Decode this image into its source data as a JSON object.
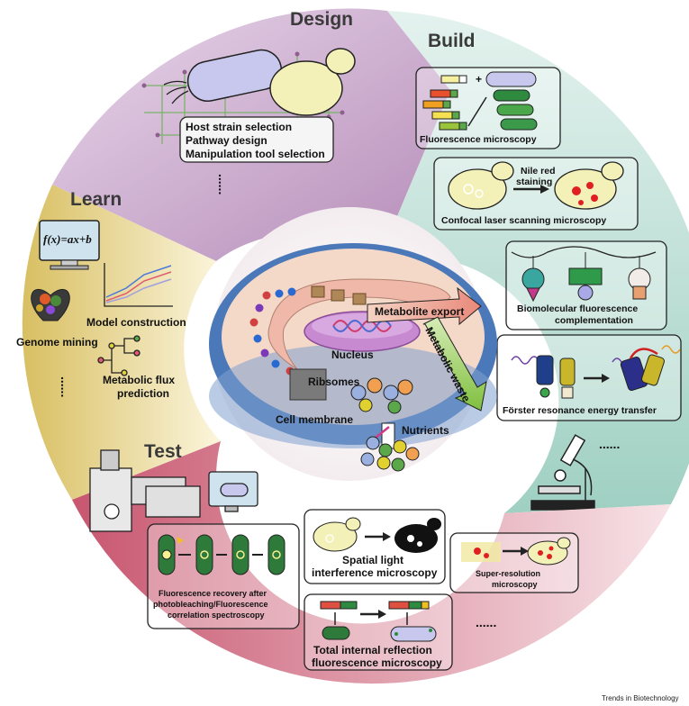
{
  "sections": {
    "design": {
      "title": "Design",
      "items": [
        "Host strain selection",
        "Pathway design",
        "Manipulation tool selection"
      ],
      "more": "......",
      "color": "#c9a7c8"
    },
    "build": {
      "title": "Build",
      "color": "#bfe0d6",
      "panels": {
        "fluorescence": "Fluorescence microscopy",
        "confocal": "Confocal laser scanning microscopy",
        "nile_line1": "Nile red",
        "nile_line2": "staining",
        "bifc_line1": "Biomolecular fluorescence",
        "bifc_line2": "complementation",
        "fret": "Förster resonance energy transfer"
      },
      "more": "......"
    },
    "learn": {
      "title": "Learn",
      "color": "#e9d89a",
      "formula": "f(x)=ax+b",
      "model": "Model construction",
      "genome": "Genome mining",
      "flux_line1": "Metabolic flux",
      "flux_line2": "prediction",
      "more": "......"
    },
    "test": {
      "title": "Test",
      "color": "#d98a9b",
      "frap_line1": "Fluorescence recovery after",
      "frap_line2": "photobleaching/Fluorescence",
      "frap_line3": "correlation spectroscopy",
      "slim_line1": "Spatial light",
      "slim_line2": "interference microscopy",
      "sr_line1": "Super-resolution",
      "sr_line2": "microscopy",
      "tirf_line1": "Total internal reflection",
      "tirf_line2": "fluorescence microscopy",
      "more": "......"
    }
  },
  "cell": {
    "metabolite_export": "Metabolite export",
    "metabolic_waste": "Metabolic waste",
    "nucleus": "Nucleus",
    "ribosomes": "Ribsomes",
    "cell_membrane": "Cell membrane",
    "nutrients": "Nutrients"
  },
  "credit": "Trends in Biotechnology"
}
